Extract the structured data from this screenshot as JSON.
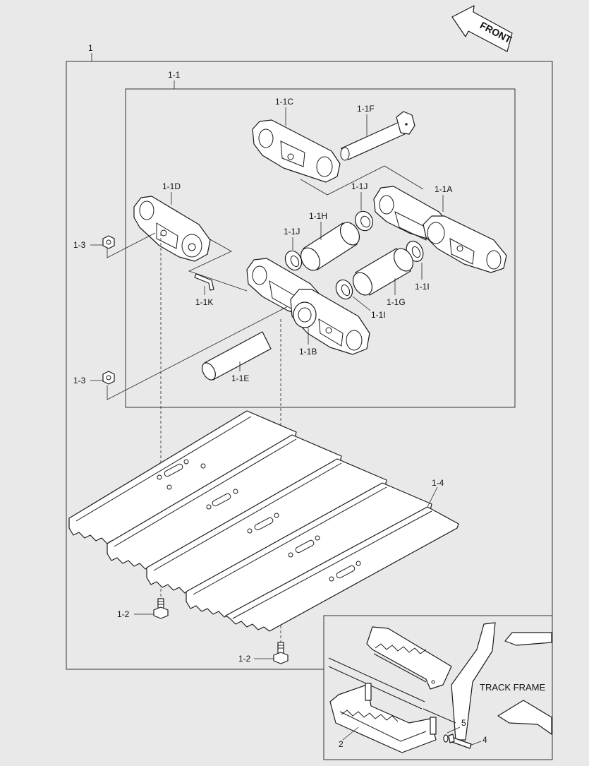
{
  "front_arrow": {
    "label": "FRONT"
  },
  "callouts": {
    "assembly": "1",
    "chain": "1-1",
    "link_c": "1-1C",
    "pin_f": "1-1F",
    "link_d": "1-1D",
    "link_a": "1-1A",
    "seal_j_upper": "1-1J",
    "bushing_h": "1-1H",
    "seal_j_lower": "1-1J",
    "nut_upper": "1-3",
    "seal_i_right": "1-1I",
    "bushing_g": "1-1G",
    "seal_i_center": "1-1I",
    "pin_k": "1-1K",
    "link_b": "1-1B",
    "nut_lower": "1-3",
    "pin_e": "1-1E",
    "shoe": "1-4",
    "bolt_left": "1-2",
    "bolt_right": "1-2",
    "step": "2",
    "washer": "5",
    "bolt_step": "4"
  },
  "inset": {
    "track_frame_label": "TRACK FRAME"
  }
}
